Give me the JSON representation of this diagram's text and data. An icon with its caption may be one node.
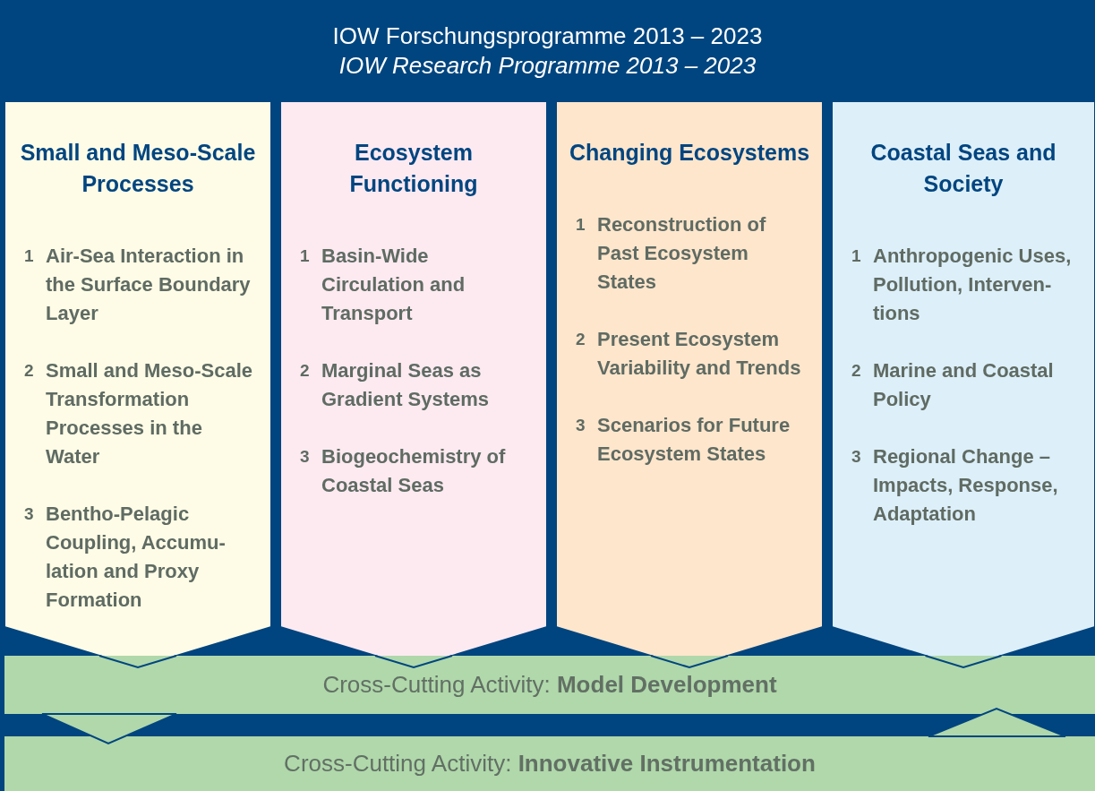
{
  "diagram": {
    "nodes": [
      {
        "text": [
          "IOW Forschungsprogramme 2013 – 2023",
          "IOW Research Programme 2013 – 2023"
        ]
      },
      {
        "text": [
          "Small and Meso-Scale Processes",
          "1",
          "Air-Sea Interaction in the Surface Boundary Layer",
          "2",
          "Small and Meso-Scale Transformation Processes in the Water",
          "3",
          "Bentho-Pelagic Coupling, Accumu-lation and Proxy Formation"
        ]
      },
      {
        "text": [
          "Ecosystem Functioning",
          "1",
          "Basin-Wide Circulation and Transport",
          "2",
          "Marginal Seas as Gradient Systems",
          "3",
          "Biogeochemistry of Coastal Seas"
        ]
      },
      {
        "text": [
          "Changing Ecosystems",
          "1",
          "Reconstruction of Past Ecosystem States",
          "2",
          "Present Ecosystem Variability and Trends",
          "3",
          "Scenarios for Future Ecosystem States"
        ]
      },
      {
        "text": [
          "Coastal Seas and Society",
          "1",
          "Anthropogenic Uses, Pollution, Interven-tions",
          "2",
          "Marine and Coastal Policy",
          "3",
          "Regional Change – Impacts, Response, Adaptation"
        ]
      },
      {
        "text": [
          "Cross-Cutting Activity: **Model Development**"
        ]
      },
      {
        "text": [
          "Cross-Cutting Activity: **Innovative Instrumentation**"
        ]
      }
    ],
    "edges": [
      {
        "from": 5,
        "to": 6,
        "arrow": "to"
      },
      {
        "from": 6,
        "to": 5,
        "arrow": "to"
      }
    ]
  }
}
